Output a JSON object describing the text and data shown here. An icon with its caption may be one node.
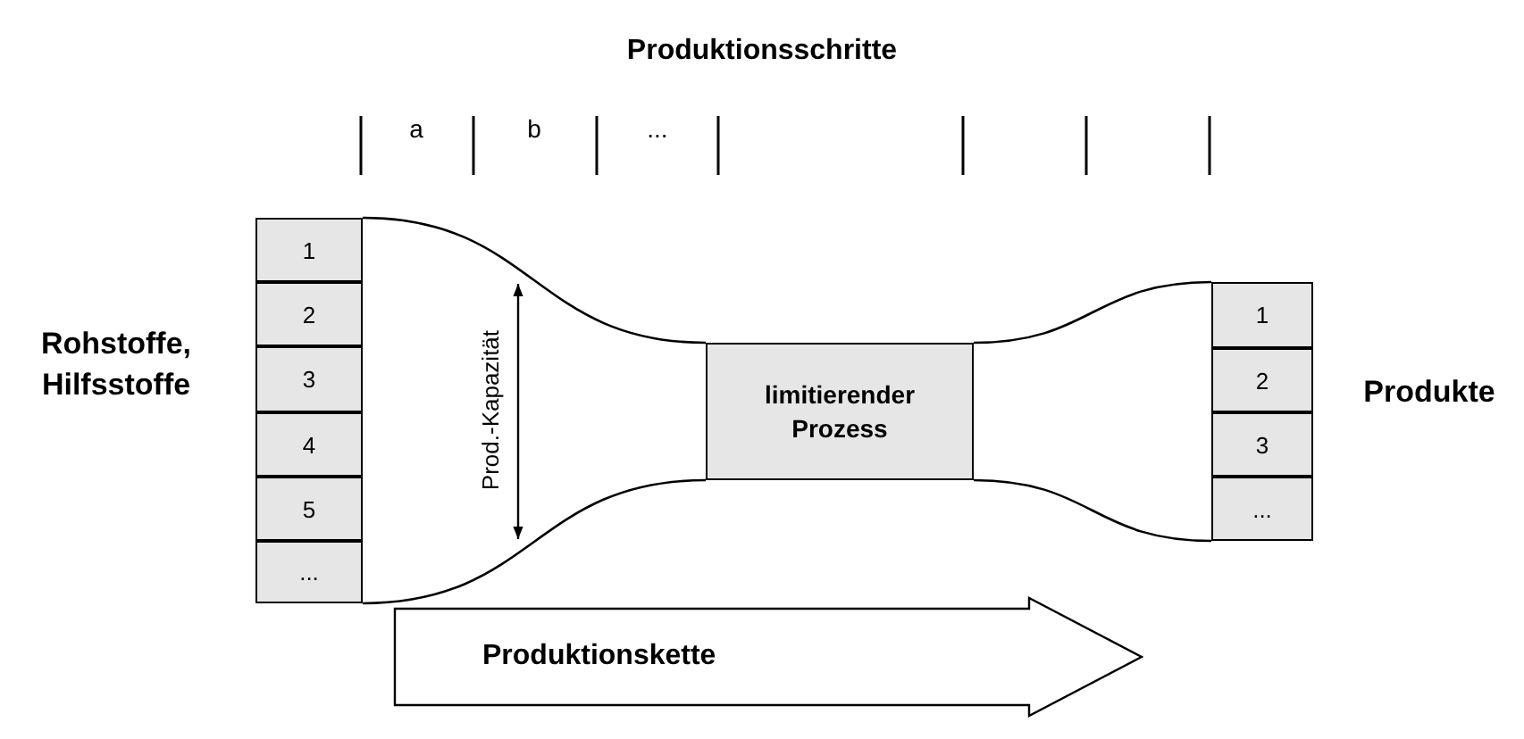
{
  "diagram": {
    "title": "Produktionsschritte",
    "nodes": [
      {
        "text": [
          "1"
        ]
      },
      {
        "text": [
          "2"
        ]
      },
      {
        "text": [
          "3"
        ]
      },
      {
        "text": [
          "4"
        ]
      },
      {
        "text": [
          "5"
        ]
      },
      {
        "text": [
          "..."
        ]
      },
      {
        "text": [
          "limitierender Prozess"
        ]
      },
      {
        "text": [
          "1"
        ]
      },
      {
        "text": [
          "2"
        ]
      },
      {
        "text": [
          "3"
        ]
      },
      {
        "text": [
          "..."
        ]
      },
      {
        "text": [
          "Produktionskette"
        ]
      }
    ],
    "edges": [],
    "labels": [
      "a",
      "b",
      "...",
      "Rohstoffe, Hilfsstoffe",
      "Prod.-Kapazität",
      "Produkte"
    ]
  }
}
